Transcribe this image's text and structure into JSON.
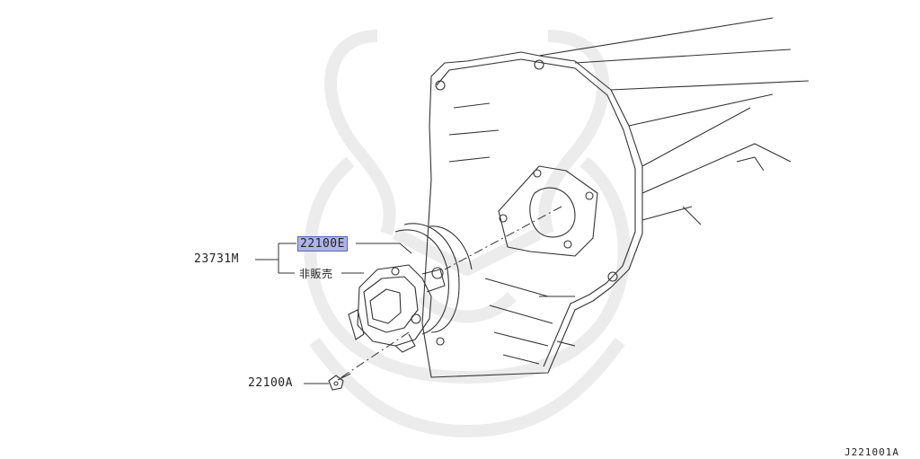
{
  "labels": {
    "assembly": "23731M",
    "sensor": "22100E",
    "not_sold": "非販売",
    "bolt": "22100A",
    "diagram_code": "J221001A"
  },
  "colors": {
    "highlight": "#aeb4e6",
    "line": "#333333",
    "watermark": "#ededed"
  }
}
